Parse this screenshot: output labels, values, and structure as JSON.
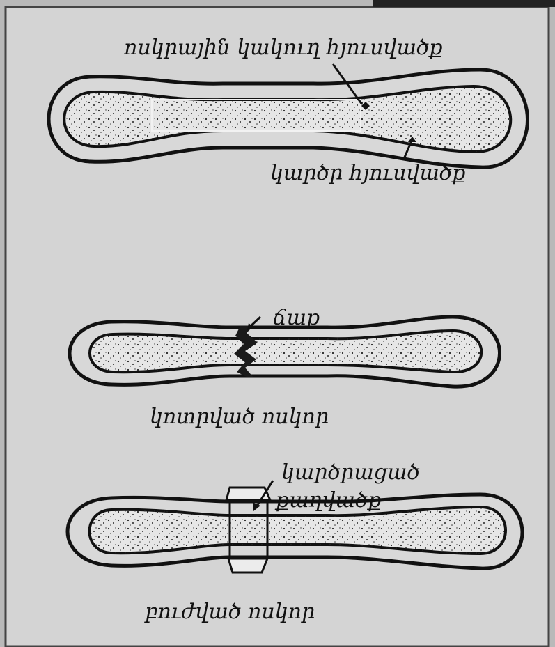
{
  "diagram": {
    "bone_1": {
      "label_top": "ոսկրային կակուղ հյուսվածք",
      "label_bottom": "կարծր հյուսվածք"
    },
    "bone_2": {
      "label_crack": "ճաք",
      "caption": "կոտրված ոսկոր"
    },
    "bone_3": {
      "label_callus": "կարծրացած",
      "label_callus_2": "քաղվածք",
      "caption": "բուժված ոսկոր"
    }
  },
  "colors": {
    "background": "#b9b9b9",
    "panel": "#d4d4d4",
    "ink": "#111111",
    "marrow": "#dcdcdc"
  }
}
